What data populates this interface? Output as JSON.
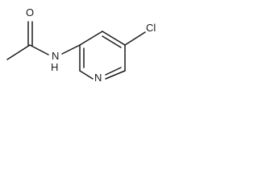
{
  "molecule": {
    "atoms": {
      "oxygen": "O",
      "amide_nitrogen": "N",
      "amide_hydrogen": "H",
      "ring_nitrogen": "N",
      "chlorine": "Cl"
    },
    "colors": {
      "bond": "#1a1a1a",
      "label": "#1a1a1a",
      "background": "#ffffff"
    }
  }
}
